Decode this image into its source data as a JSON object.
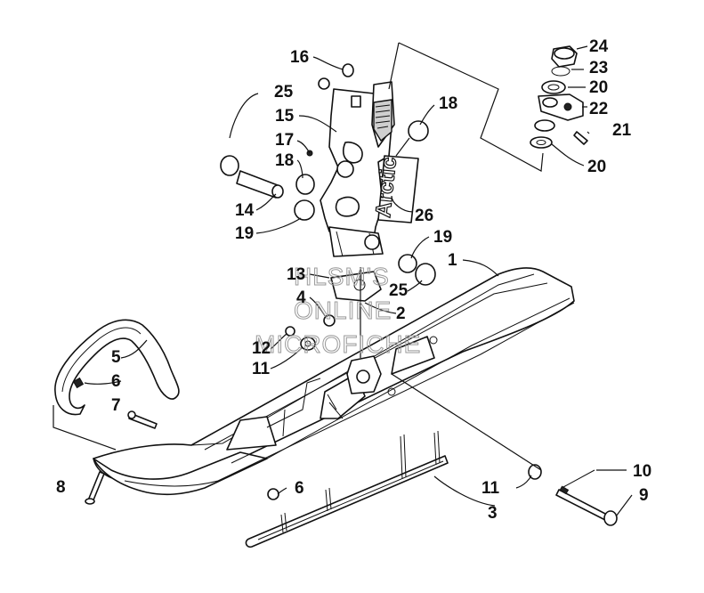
{
  "watermark": {
    "line1": "HLSM'S",
    "line2": "ONLINE",
    "line3": "MICROFICHE"
  },
  "decal_text": "Arctic",
  "callouts": [
    {
      "id": "c1",
      "label": "1"
    },
    {
      "id": "c2",
      "label": "2"
    },
    {
      "id": "c3",
      "label": "3"
    },
    {
      "id": "c4",
      "label": "4"
    },
    {
      "id": "c5",
      "label": "5"
    },
    {
      "id": "c6a",
      "label": "6"
    },
    {
      "id": "c6b",
      "label": "6"
    },
    {
      "id": "c7",
      "label": "7"
    },
    {
      "id": "c8",
      "label": "8"
    },
    {
      "id": "c9",
      "label": "9"
    },
    {
      "id": "c10",
      "label": "10"
    },
    {
      "id": "c11a",
      "label": "11"
    },
    {
      "id": "c11b",
      "label": "11"
    },
    {
      "id": "c12",
      "label": "12"
    },
    {
      "id": "c13",
      "label": "13"
    },
    {
      "id": "c14",
      "label": "14"
    },
    {
      "id": "c15",
      "label": "15"
    },
    {
      "id": "c16",
      "label": "16"
    },
    {
      "id": "c17",
      "label": "17"
    },
    {
      "id": "c18a",
      "label": "18"
    },
    {
      "id": "c18b",
      "label": "18"
    },
    {
      "id": "c19a",
      "label": "19"
    },
    {
      "id": "c19b",
      "label": "19"
    },
    {
      "id": "c20a",
      "label": "20"
    },
    {
      "id": "c20b",
      "label": "20"
    },
    {
      "id": "c21",
      "label": "21"
    },
    {
      "id": "c22",
      "label": "22"
    },
    {
      "id": "c23",
      "label": "23"
    },
    {
      "id": "c24",
      "label": "24"
    },
    {
      "id": "c25a",
      "label": "25"
    },
    {
      "id": "c25b",
      "label": "25"
    },
    {
      "id": "c26",
      "label": "26"
    }
  ]
}
